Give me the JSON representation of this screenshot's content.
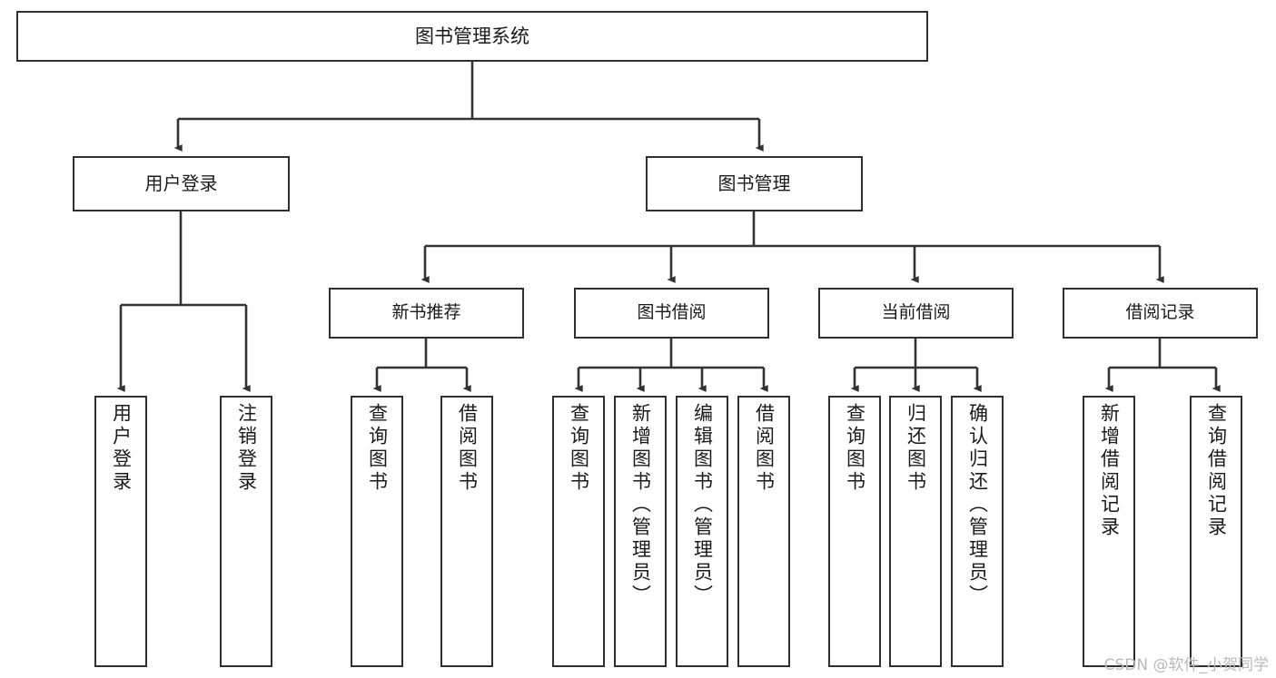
{
  "diagram": {
    "title": "图书管理系统",
    "type": "functional-structure-tree",
    "root": {
      "label": "图书管理系统"
    },
    "level1": [
      {
        "id": "user-login",
        "label": "用户登录"
      },
      {
        "id": "book-management",
        "label": "图书管理"
      }
    ],
    "level2": [
      {
        "id": "new-book-recommend",
        "label": "新书推荐",
        "parent": "book-management"
      },
      {
        "id": "book-borrow",
        "label": "图书借阅",
        "parent": "book-management"
      },
      {
        "id": "current-borrow",
        "label": "当前借阅",
        "parent": "book-management"
      },
      {
        "id": "borrow-record",
        "label": "借阅记录",
        "parent": "book-management"
      }
    ],
    "leaves": {
      "user-login": [
        {
          "id": "leaf-user-login",
          "label": "用户登录"
        },
        {
          "id": "leaf-logout",
          "label": "注销登录"
        }
      ],
      "new-book-recommend": [
        {
          "id": "leaf-query-book-1",
          "label": "查询图书"
        },
        {
          "id": "leaf-borrow-book-1",
          "label": "借阅图书"
        }
      ],
      "book-borrow": [
        {
          "id": "leaf-query-book-2",
          "label": "查询图书"
        },
        {
          "id": "leaf-add-book",
          "label": "新增图书（管理员）"
        },
        {
          "id": "leaf-edit-book",
          "label": "编辑图书（管理员）"
        },
        {
          "id": "leaf-borrow-book-2",
          "label": "借阅图书"
        }
      ],
      "current-borrow": [
        {
          "id": "leaf-query-book-3",
          "label": "查询图书"
        },
        {
          "id": "leaf-return-book",
          "label": "归还图书"
        },
        {
          "id": "leaf-confirm-return",
          "label": "确认归还（管理员）"
        }
      ],
      "borrow-record": [
        {
          "id": "leaf-add-record",
          "label": "新增借阅记录"
        },
        {
          "id": "leaf-query-record",
          "label": "查询借阅记录"
        }
      ]
    },
    "colors": {
      "box_border": "#2f2f2f",
      "box_fill": "#ffffff",
      "connector": "#333333",
      "text": "#1a1a1a",
      "watermark": "#b9b9b9",
      "background": "#ffffff"
    }
  },
  "watermark": {
    "text": "CSDN @软件_小贺同学"
  }
}
